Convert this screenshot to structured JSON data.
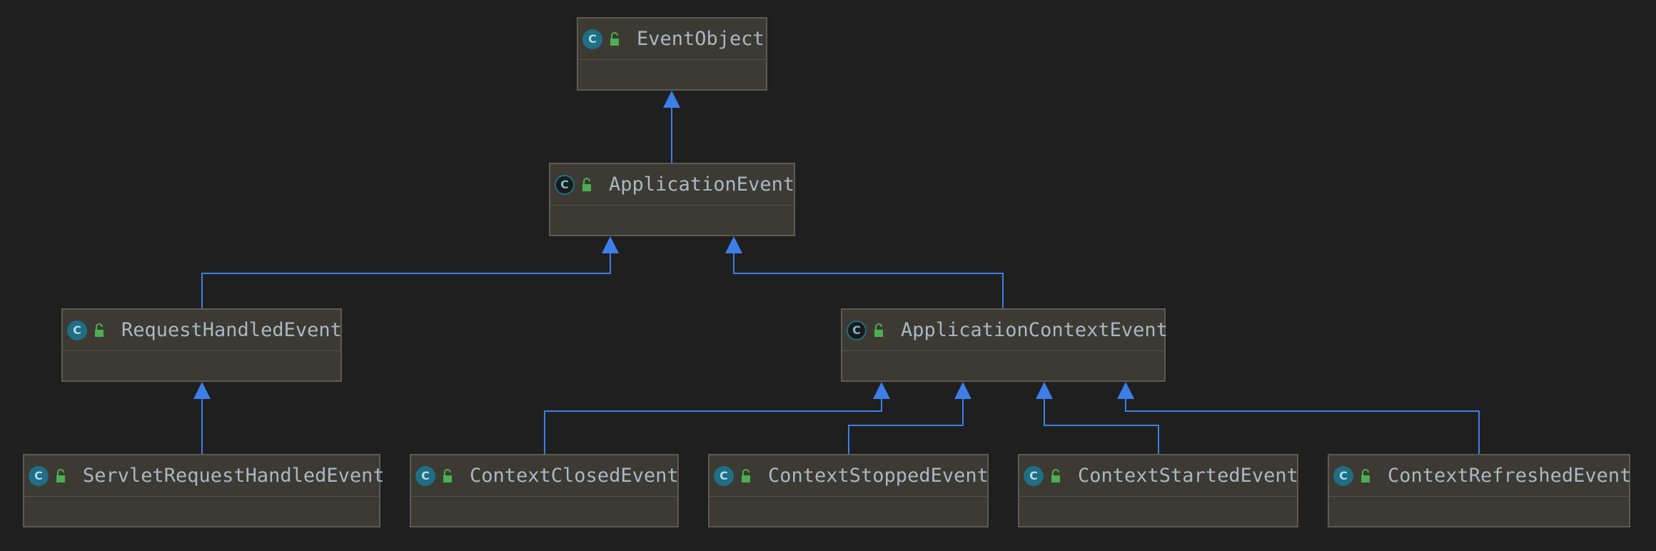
{
  "diagram": {
    "colors": {
      "background": "#1f1f1f",
      "edge": "#3d7ee8",
      "node_fill": "#3c3a32",
      "node_border": "#5c5a52",
      "class_icon": "#1f6e85",
      "public_icon": "#4caf50"
    },
    "nodes": [
      {
        "id": "EventObject",
        "name": "EventObject",
        "icon": "class-icon",
        "abstract": false
      },
      {
        "id": "ApplicationEvent",
        "name": "ApplicationEvent",
        "icon": "abstract-class-icon",
        "abstract": true
      },
      {
        "id": "RequestHandledEvent",
        "name": "RequestHandledEvent",
        "icon": "class-icon",
        "abstract": false
      },
      {
        "id": "ApplicationContextEvent",
        "name": "ApplicationContextEvent",
        "icon": "abstract-class-icon",
        "abstract": true
      },
      {
        "id": "ServletRequestHandledEvent",
        "name": "ServletRequestHandledEvent",
        "icon": "class-icon",
        "abstract": false
      },
      {
        "id": "ContextClosedEvent",
        "name": "ContextClosedEvent",
        "icon": "class-icon",
        "abstract": false
      },
      {
        "id": "ContextStoppedEvent",
        "name": "ContextStoppedEvent",
        "icon": "class-icon",
        "abstract": false
      },
      {
        "id": "ContextStartedEvent",
        "name": "ContextStartedEvent",
        "icon": "class-icon",
        "abstract": false
      },
      {
        "id": "ContextRefreshedEvent",
        "name": "ContextRefreshedEvent",
        "icon": "class-icon",
        "abstract": false
      }
    ],
    "edges": [
      {
        "from": "ApplicationEvent",
        "to": "EventObject",
        "type": "extends"
      },
      {
        "from": "RequestHandledEvent",
        "to": "ApplicationEvent",
        "type": "extends"
      },
      {
        "from": "ApplicationContextEvent",
        "to": "ApplicationEvent",
        "type": "extends"
      },
      {
        "from": "ServletRequestHandledEvent",
        "to": "RequestHandledEvent",
        "type": "extends"
      },
      {
        "from": "ContextClosedEvent",
        "to": "ApplicationContextEvent",
        "type": "extends"
      },
      {
        "from": "ContextStoppedEvent",
        "to": "ApplicationContextEvent",
        "type": "extends"
      },
      {
        "from": "ContextStartedEvent",
        "to": "ApplicationContextEvent",
        "type": "extends"
      },
      {
        "from": "ContextRefreshedEvent",
        "to": "ApplicationContextEvent",
        "type": "extends"
      }
    ]
  }
}
